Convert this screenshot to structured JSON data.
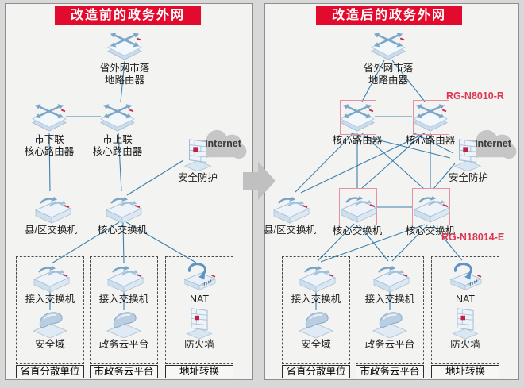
{
  "left": {
    "title": "改造前的政务外网",
    "prov_router": "省外网市落\n地路由器",
    "city_down_router": "市下联\n核心路由器",
    "city_up_router": "市上联\n核心路由器",
    "internet": "Internet",
    "security_protect": "安全防护",
    "county_switch": "县/区交换机",
    "core_switch": "核心交换机",
    "groups": [
      {
        "device": "接入交换机",
        "resource": "安全域",
        "caption": "省直分散单位"
      },
      {
        "device": "接入交换机",
        "resource": "政务云平台",
        "caption": "市政务云平台"
      },
      {
        "device": "NAT",
        "resource": "防火墙",
        "caption": "地址转换"
      }
    ]
  },
  "right": {
    "title": "改造后的政务外网",
    "prov_router": "省外网市落\n地路由器",
    "core_router_left": "核心路由器",
    "core_router_right": "核心路由器",
    "core_router_model": "RG-N8010-R",
    "internet": "Internet",
    "security_protect": "安全防护",
    "county_switch": "县/区交换机",
    "core_switch_left": "核心交换机",
    "core_switch_right": "核心交换机",
    "core_switch_model": "RG-N18014-E",
    "groups": [
      {
        "device": "接入交换机",
        "resource": "安全域",
        "caption": "省直分散单位"
      },
      {
        "device": "接入交换机",
        "resource": "政务云平台",
        "caption": "市政务云平台"
      },
      {
        "device": "NAT",
        "resource": "防火墙",
        "caption": "地址转换"
      }
    ]
  },
  "colors": {
    "banner": "#e30b2d",
    "link_line": "#3b80ad",
    "highlight_box": "#e78fa3",
    "model_text": "#dd3650",
    "cloud": "#c6c6c6"
  }
}
